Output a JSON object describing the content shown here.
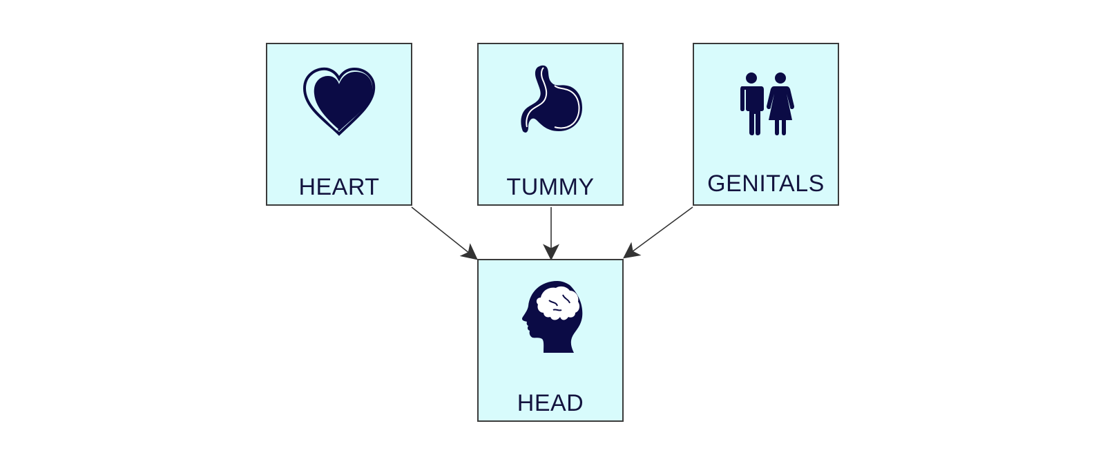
{
  "diagram": {
    "nodes": [
      {
        "id": "heart",
        "label": "HEART",
        "icon": "heart-icon"
      },
      {
        "id": "tummy",
        "label": "TUMMY",
        "icon": "stomach-icon"
      },
      {
        "id": "genitals",
        "label": "GENITALS",
        "icon": "man-woman-icon"
      },
      {
        "id": "head",
        "label": "HEAD",
        "icon": "head-brain-icon"
      }
    ],
    "edges": [
      {
        "from": "heart",
        "to": "head"
      },
      {
        "from": "tummy",
        "to": "head"
      },
      {
        "from": "genitals",
        "to": "head"
      }
    ],
    "colors": {
      "node_fill": "#d8fbfc",
      "node_border": "#3a3a3a",
      "icon": "#0b0b45",
      "label": "#13133e",
      "edge": "#333333"
    }
  }
}
